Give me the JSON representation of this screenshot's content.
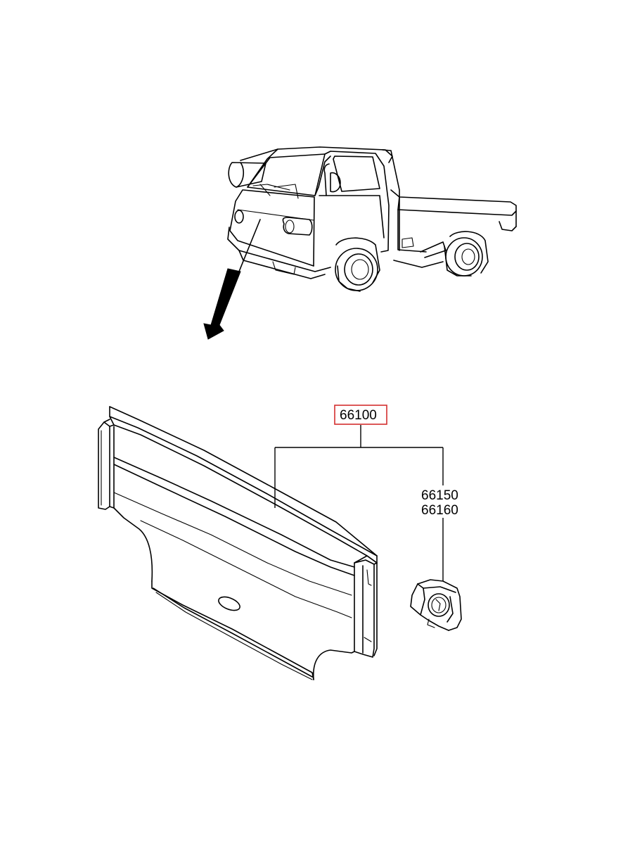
{
  "parts": {
    "main_part": "66100",
    "sub_part_1": "66150",
    "sub_part_2": "66160"
  },
  "colors": {
    "line": "#000000",
    "highlight": "#d32f2f",
    "background": "#ffffff"
  }
}
